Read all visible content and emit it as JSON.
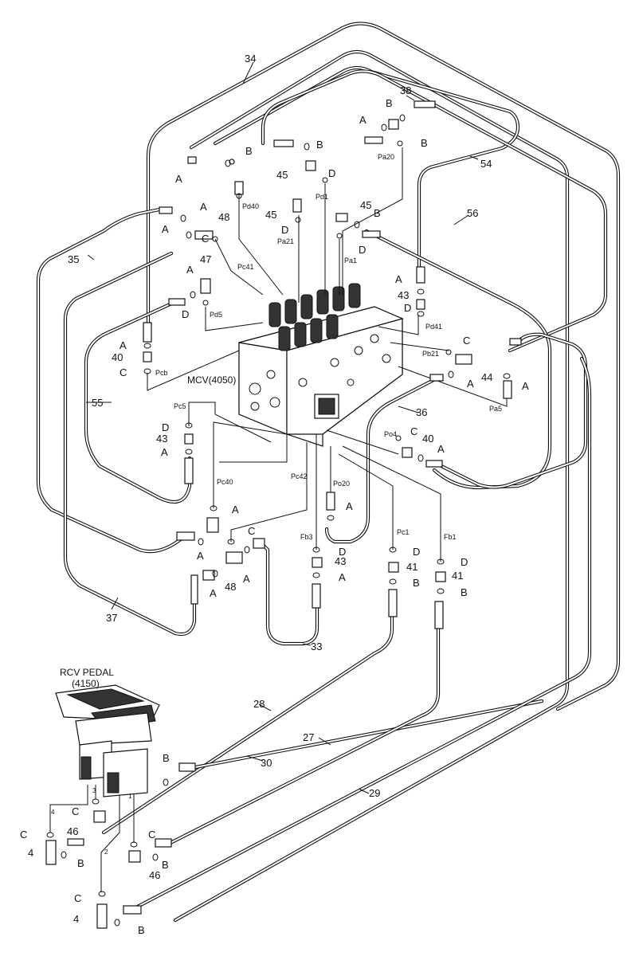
{
  "title_mcv": "MCV(4050)",
  "title_rcv": "RCV PEDAL",
  "title_rcv_code": "(4150)",
  "part_numbers": [
    "34",
    "38",
    "54",
    "56",
    "35",
    "48",
    "47",
    "45",
    "43",
    "44",
    "40",
    "55",
    "36",
    "37",
    "33",
    "28",
    "30",
    "27",
    "29",
    "46",
    "41",
    "4"
  ],
  "port_labels": [
    "Pd40",
    "Pa21",
    "Pd1",
    "Pa20",
    "Pc41",
    "Pd5",
    "Pa1",
    "Pd41",
    "Pb21",
    "Pcb",
    "Pa5",
    "Pc5",
    "Pc40",
    "Pc42",
    "Po4",
    "Po20",
    "Pc1",
    "Fb3",
    "Fb1"
  ],
  "letters": [
    "A",
    "B",
    "C",
    "D"
  ],
  "pedal_ports": [
    "1",
    "2",
    "3",
    "4"
  ]
}
